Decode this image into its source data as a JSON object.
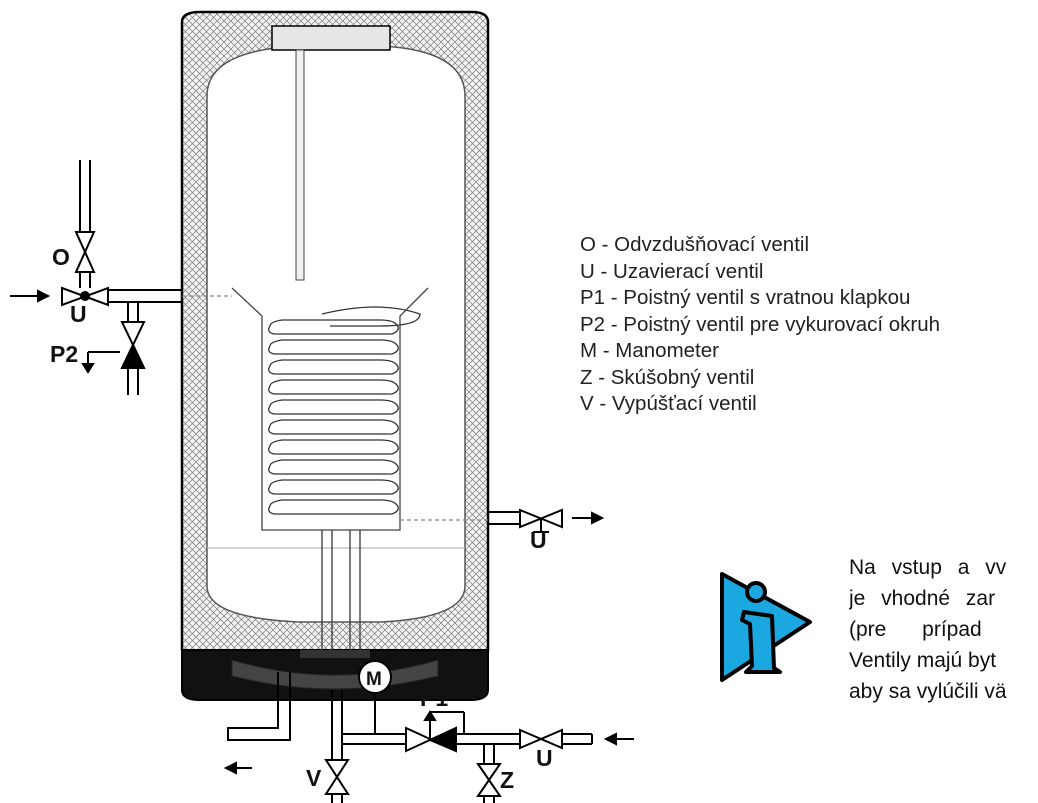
{
  "legend": {
    "items": [
      "O - Odvzdušňovací ventil",
      "U - Uzavierací ventil",
      "P1 - Poistný ventil s vratnou klapkou",
      "P2 - Poistný ventil pre vykurovací okruh",
      "M - Manometer",
      "Z -  Skúšobný ventil",
      "V - Vypúšťací ventil"
    ]
  },
  "valve_labels": {
    "O": "O",
    "U": "U",
    "P1": "P1",
    "P2": "P2",
    "M": "M",
    "Z": "Z",
    "V": "V"
  },
  "info_note": {
    "icon": "info-icon",
    "icon_color": "#1ba7df",
    "lines": [
      "Na vstup a vv",
      "je vhodné zar",
      "(pre prípad",
      "Ventily majú byt",
      "aby sa vylúčili vä"
    ]
  }
}
